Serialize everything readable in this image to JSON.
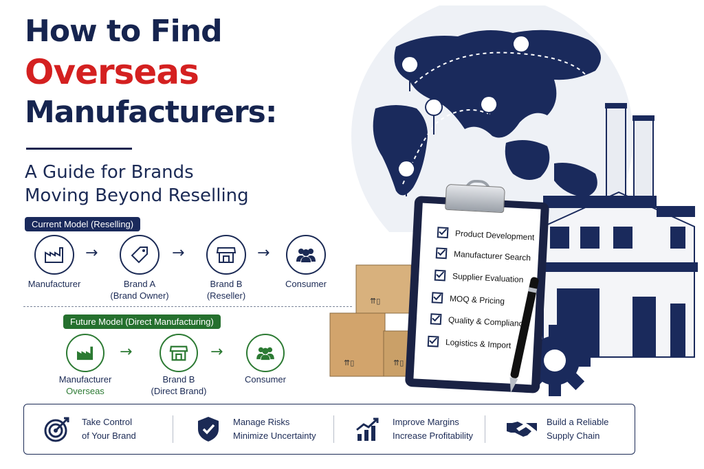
{
  "title": {
    "line1": "How to Find",
    "line2": "Overseas",
    "line3": "Manufacturers:",
    "subtitle_line1": "A Guide for Brands",
    "subtitle_line2": "Moving Beyond Reselling"
  },
  "current_model": {
    "label": "Current Model (Reselling)",
    "nodes": [
      {
        "line1": "Manufacturer",
        "line2": ""
      },
      {
        "line1": "Brand A",
        "line2": "(Brand Owner)"
      },
      {
        "line1": "Brand B",
        "line2": "(Reseller)"
      },
      {
        "line1": "Consumer",
        "line2": ""
      }
    ],
    "arrow": "→"
  },
  "future_model": {
    "label": "Future Model (Direct Manufacturing)",
    "nodes": [
      {
        "line1": "Manufacturer",
        "line2": "Overseas"
      },
      {
        "line1": "Brand B",
        "line2": "(Direct Brand)"
      },
      {
        "line1": "Consumer",
        "line2": ""
      }
    ],
    "arrow": "→"
  },
  "checklist": [
    "Product Development",
    "Manufacturer Search",
    "Supplier Evaluation",
    "MOQ & Pricing",
    "Quality & Compliance",
    "Logistics & Import"
  ],
  "benefits": [
    {
      "icon": "target-icon",
      "line1": "Take Control",
      "line2": "of Your Brand"
    },
    {
      "icon": "shield-check-icon",
      "line1": "Manage Risks",
      "line2": "Minimize Uncertainty"
    },
    {
      "icon": "growth-chart-icon",
      "line1": "Improve Margins",
      "line2": "Increase Profitability"
    },
    {
      "icon": "handshake-icon",
      "line1": "Build a Reliable",
      "line2": "Supply Chain"
    }
  ],
  "colors": {
    "navy": "#16244f",
    "red": "#d42020",
    "green": "#2c7a33"
  }
}
